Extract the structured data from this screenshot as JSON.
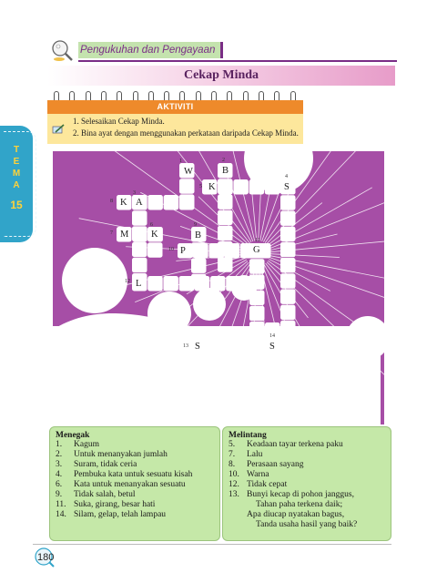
{
  "side_tab": {
    "letters": [
      "T",
      "E",
      "M",
      "A"
    ],
    "number": "15"
  },
  "header": {
    "section_label": "Pengukuhan dan Pengayaan",
    "title": "Cekap Minda"
  },
  "aktiviti": {
    "label": "AKTIVITI",
    "instructions": [
      "1. Selesaikan Cekap Minda.",
      "2. Bina ayat dengan menggunakan perkataan daripada Cekap Minda."
    ]
  },
  "colors": {
    "puzzle_bg": "#a64ea6",
    "accent_orange": "#ee8a2b",
    "clue_green": "#c5e8a8",
    "title_purple": "#5a2360",
    "tab_blue": "#31a4c9"
  },
  "crossword": {
    "letters": {
      "W": "W",
      "B": "B",
      "K": "K",
      "S": "S",
      "A": "A",
      "M": "M",
      "P": "P",
      "G": "G",
      "L": "L"
    },
    "numbers": {
      "n1": "1",
      "n2": "2",
      "n3": "3",
      "n4": "4",
      "n5": "5",
      "n6": "6",
      "n7": "7",
      "n8": "8",
      "n9": "9",
      "n10": "10",
      "n11": "11",
      "n12": "12",
      "n13": "13",
      "n14": "14"
    }
  },
  "menegak": {
    "title": "Menegak",
    "clues": [
      {
        "num": "1.",
        "text": "Kagum"
      },
      {
        "num": "2.",
        "text": "Untuk menanyakan jumlah"
      },
      {
        "num": "3.",
        "text": "Suram, tidak ceria"
      },
      {
        "num": "4.",
        "text": "Pembuka kata untuk sesuatu kisah"
      },
      {
        "num": "6.",
        "text": "Kata untuk menanyakan sesuatu"
      },
      {
        "num": "9.",
        "text": "Tidak salah, betul"
      },
      {
        "num": "11.",
        "text": "Suka, girang, besar hati"
      },
      {
        "num": "14.",
        "text": "Silam, gelap, telah lampau"
      }
    ]
  },
  "melintang": {
    "title": "Melintang",
    "clues": [
      {
        "num": "5.",
        "text": "Keadaan tayar terkena paku"
      },
      {
        "num": "7.",
        "text": "Lalu"
      },
      {
        "num": "8.",
        "text": "Perasaan sayang"
      },
      {
        "num": "10.",
        "text": "Warna"
      },
      {
        "num": "12.",
        "text": "Tidak cepat"
      },
      {
        "num": "13.",
        "text": "Bunyi kecap di pohon janggus,"
      }
    ],
    "verse": [
      "Tahan paha terkena daik;",
      "Apa diucap nyatakan bagus,",
      "Tanda usaha hasil yang baik?"
    ]
  },
  "page_number": "180"
}
